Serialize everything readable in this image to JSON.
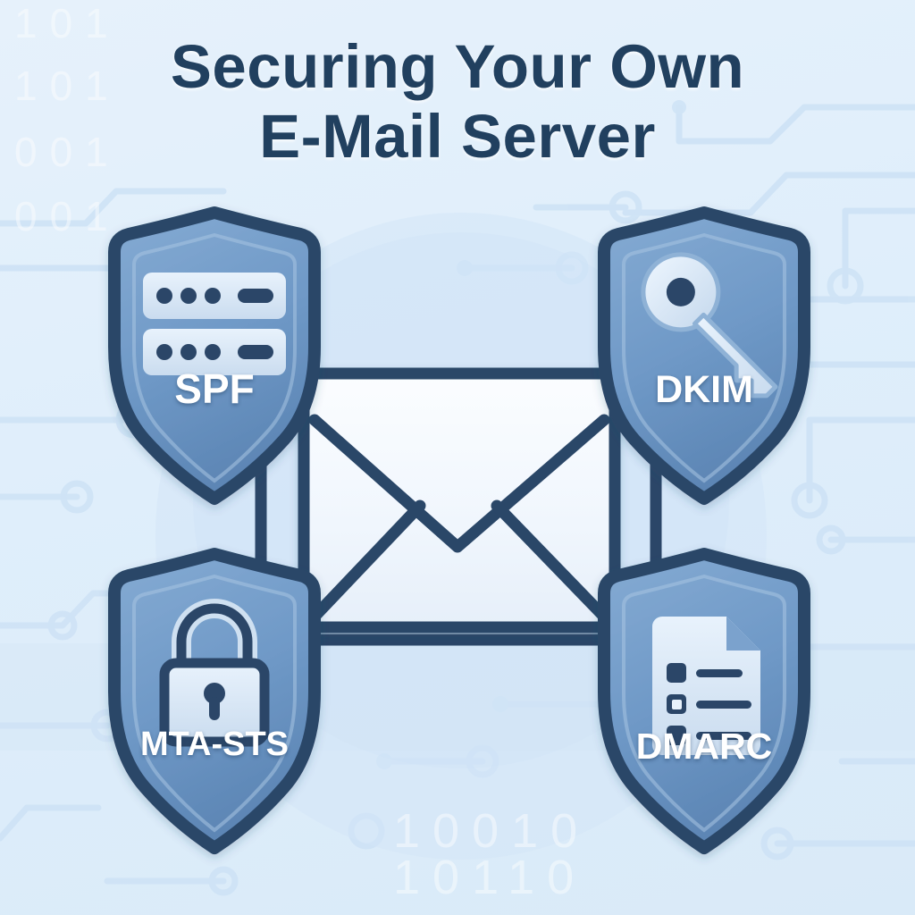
{
  "page": {
    "title_line1": "Securing Your Own",
    "title_line2": "E-Mail Server"
  },
  "colors": {
    "background": "#e3f0fb",
    "title_text": "#21405f",
    "shield_fill_light": "#7ba2cd",
    "shield_fill_dark": "#5f88b7",
    "shield_border": "#2b4668",
    "label_text": "#ffffff",
    "envelope_fill": "#f4f9fe",
    "envelope_stroke": "#2b4668",
    "connector": "#2b4668",
    "icon_fill": "#dce9f7",
    "circuit_trace": "#cfe3f6"
  },
  "nodes": [
    {
      "id": "spf",
      "label": "SPF",
      "icon": "server-rack-icon",
      "position": "top-left"
    },
    {
      "id": "dkim",
      "label": "DKIM",
      "icon": "key-icon",
      "position": "top-right"
    },
    {
      "id": "mta_sts",
      "label": "MTA-STS",
      "icon": "padlock-icon",
      "position": "bottom-left"
    },
    {
      "id": "dmarc",
      "label": "DMARC",
      "icon": "document-list-icon",
      "position": "bottom-right"
    }
  ],
  "center": {
    "icon": "envelope-icon"
  },
  "connectors": [
    {
      "from": "spf",
      "to": "dkim",
      "orientation": "horizontal-top"
    },
    {
      "from": "mta_sts",
      "to": "dmarc",
      "orientation": "horizontal-bottom"
    },
    {
      "from": "spf",
      "to": "mta_sts",
      "orientation": "vertical-left"
    },
    {
      "from": "dkim",
      "to": "dmarc",
      "orientation": "vertical-right"
    },
    {
      "from": "spf",
      "to": "center",
      "orientation": "diagonal"
    },
    {
      "from": "dkim",
      "to": "center",
      "orientation": "diagonal"
    },
    {
      "from": "mta_sts",
      "to": "center",
      "orientation": "diagonal"
    },
    {
      "from": "dmarc",
      "to": "center",
      "orientation": "diagonal"
    }
  ],
  "background": {
    "binary_strings": [
      "101",
      "101",
      "001",
      "001",
      "10010",
      "10110"
    ]
  }
}
